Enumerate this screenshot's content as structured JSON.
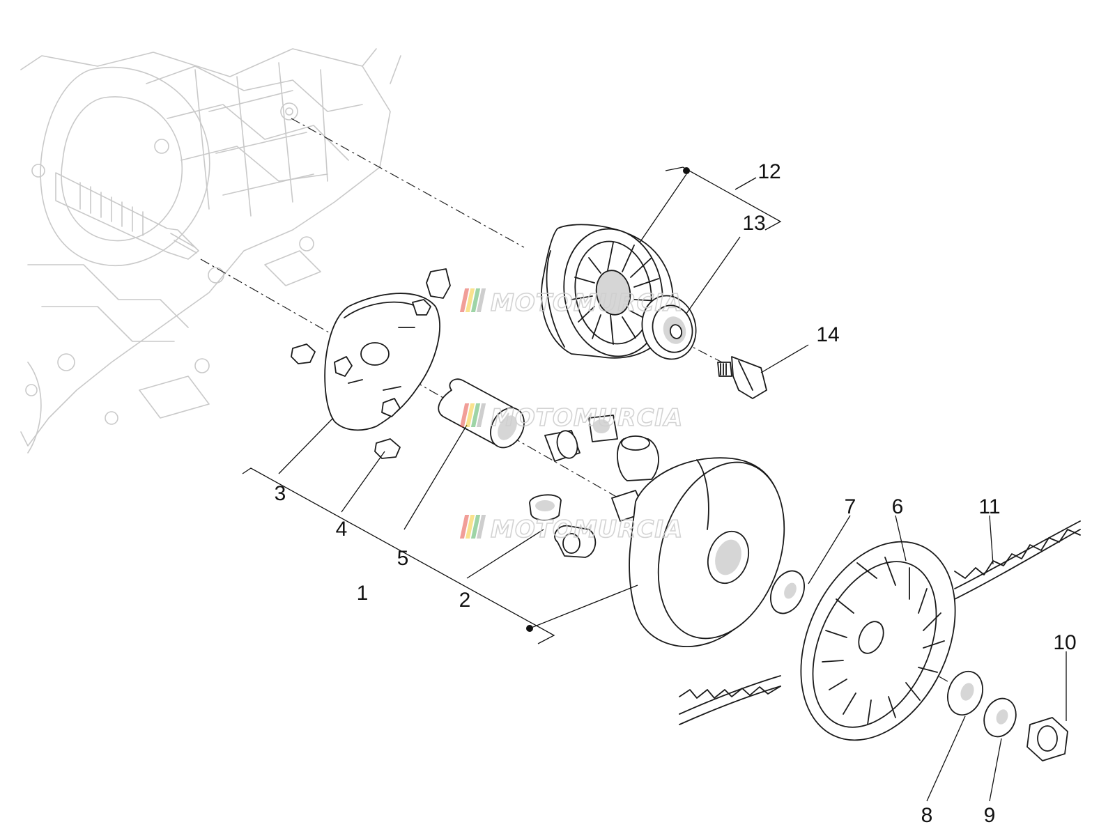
{
  "callouts": [
    "1",
    "2",
    "3",
    "4",
    "5",
    "6",
    "7",
    "8",
    "9",
    "10",
    "11",
    "12",
    "13",
    "14"
  ],
  "watermark": {
    "text": "MOTOMURCIA",
    "stripe_colors": [
      "#e23b2e",
      "#f2c21a",
      "#3aa84a",
      "#9a9a9a"
    ]
  },
  "colors": {
    "line": "#1a1a1a",
    "ghost": "#c9c9c9",
    "background": "#ffffff"
  }
}
